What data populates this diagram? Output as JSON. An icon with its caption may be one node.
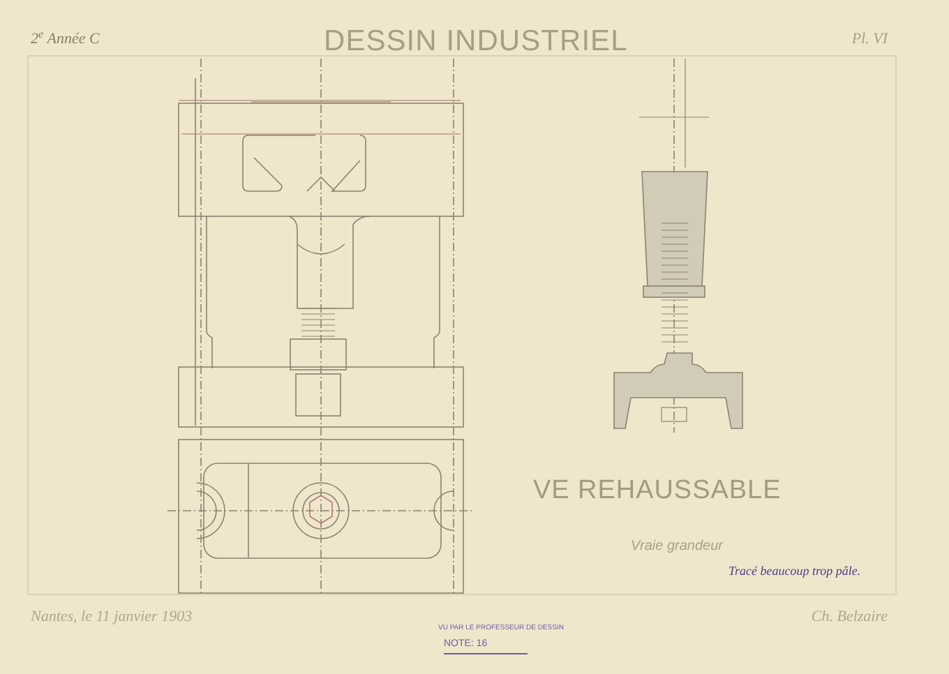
{
  "diagram": {
    "title": "DESSIN INDUSTRIEL",
    "labels": [
      "2$^{e}$ Année C",
      "Pl. VI",
      "VE REHAUSSABLE",
      "Vraie grandeur",
      "Tracé beaucoup trop pâle.",
      "Nantes, le 11 janvier 1903",
      "VU PAR LE PROFESSEUR DE DESSIN",
      "NOTE: 16",
      "Ch. Belzaire"
    ]
  }
}
